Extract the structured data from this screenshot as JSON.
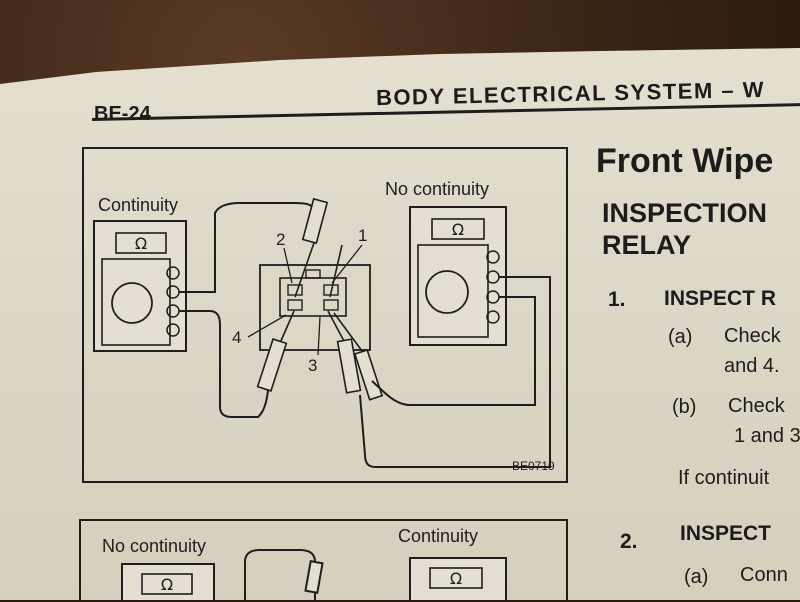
{
  "header": {
    "page_number": "BE-24",
    "section_title": "BODY ELECTRICAL SYSTEM – W"
  },
  "right_column": {
    "heading": "Front Wipe",
    "subheading_line1": "INSPECTION",
    "subheading_line2": "RELAY",
    "step1_num": "1.",
    "step1_text": "INSPECT R",
    "step1a_marker": "(a)",
    "step1a_line1": "Check",
    "step1a_line2": "and 4.",
    "step1b_marker": "(b)",
    "step1b_line1": "Check",
    "step1b_line2": "1 and 3",
    "result_text": "If continuit",
    "step2_num": "2.",
    "step2_text": "INSPECT",
    "step2a_marker": "(a)",
    "step2a_text": "Conn"
  },
  "figure1": {
    "left_meter_label": "Continuity",
    "right_meter_label": "No continuity",
    "ohm_symbol": "Ω",
    "terminal_labels": [
      "1",
      "2",
      "3",
      "4"
    ],
    "figure_code": "BE0719"
  },
  "figure2": {
    "left_meter_label": "No continuity",
    "right_meter_label": "Continuity",
    "ohm_symbol": "Ω"
  }
}
